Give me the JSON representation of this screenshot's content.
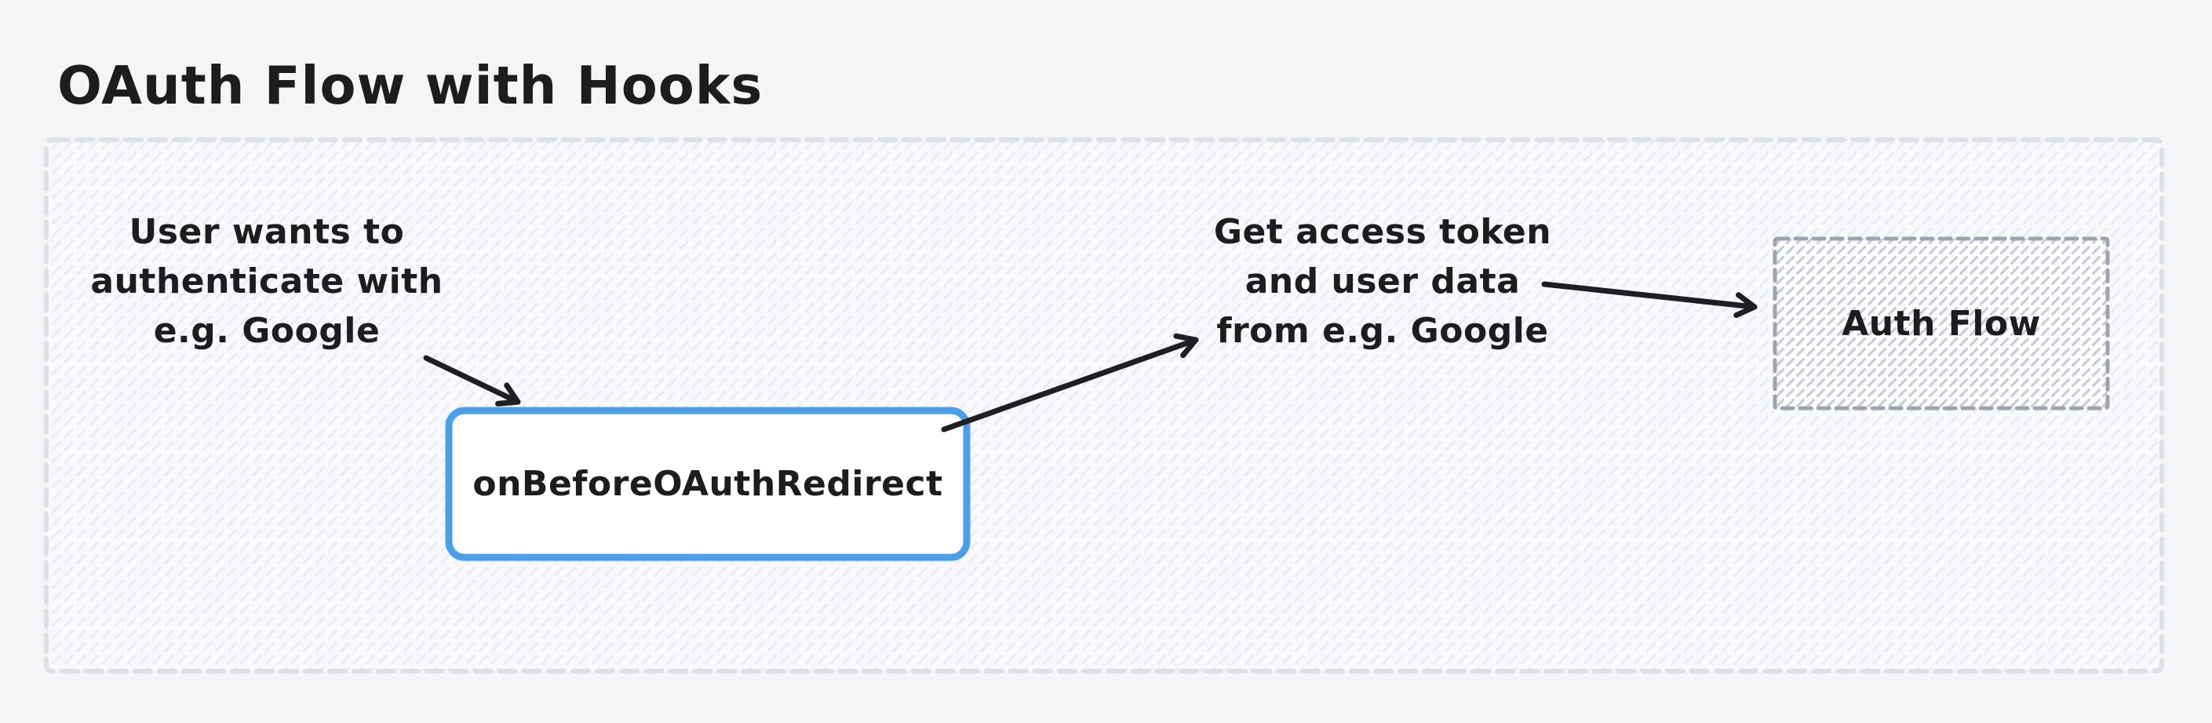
{
  "page": {
    "title": "OAuth Flow with Hooks"
  },
  "colors": {
    "background": "#f4f5f7",
    "text": "#1c1d1f",
    "arrow": "#1e1f22",
    "container_border": "#dde0e6",
    "hatch_light_bg": "#f8f9fb",
    "hatch_light_line": "#e9ebf0",
    "hatch_dense_bg": "#fdfdfe",
    "hatch_dense_line": "#c7ccd6",
    "auth_border": "#9da4b0",
    "hook_border": "#4a9eea",
    "hook_fill": "#ffffff"
  },
  "flow": {
    "user_intent": {
      "lines": [
        "User wants to",
        "authenticate with",
        "e.g. Google"
      ]
    },
    "hook": {
      "label": "onBeforeOAuthRedirect"
    },
    "token_step": {
      "lines": [
        "Get access token",
        "and user data",
        "from e.g. Google"
      ]
    },
    "auth_flow": {
      "label": "Auth Flow"
    }
  }
}
